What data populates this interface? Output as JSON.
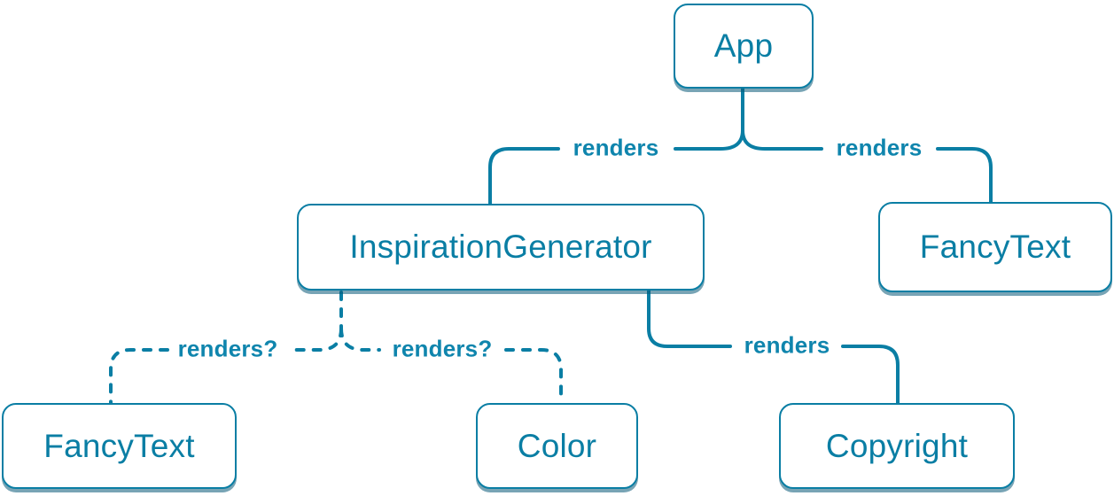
{
  "diagram": {
    "accent": "#0a7ea4",
    "node_fill": "#ffffff",
    "label_color": "#0f85ad",
    "nodes": [
      {
        "id": "app",
        "label": "App"
      },
      {
        "id": "inspiration-generator",
        "label": "InspirationGenerator"
      },
      {
        "id": "fancy-text-top",
        "label": "FancyText"
      },
      {
        "id": "fancy-text-bottom",
        "label": "FancyText"
      },
      {
        "id": "color",
        "label": "Color"
      },
      {
        "id": "copyright",
        "label": "Copyright"
      }
    ],
    "edges": [
      {
        "from": "App",
        "to": "InspirationGenerator",
        "label": "renders",
        "style": "solid"
      },
      {
        "from": "App",
        "to": "FancyText",
        "label": "renders",
        "style": "solid"
      },
      {
        "from": "InspirationGenerator",
        "to": "FancyText",
        "label": "renders?",
        "style": "dashed"
      },
      {
        "from": "InspirationGenerator",
        "to": "Color",
        "label": "renders?",
        "style": "dashed"
      },
      {
        "from": "InspirationGenerator",
        "to": "Copyright",
        "label": "renders",
        "style": "solid"
      }
    ]
  }
}
